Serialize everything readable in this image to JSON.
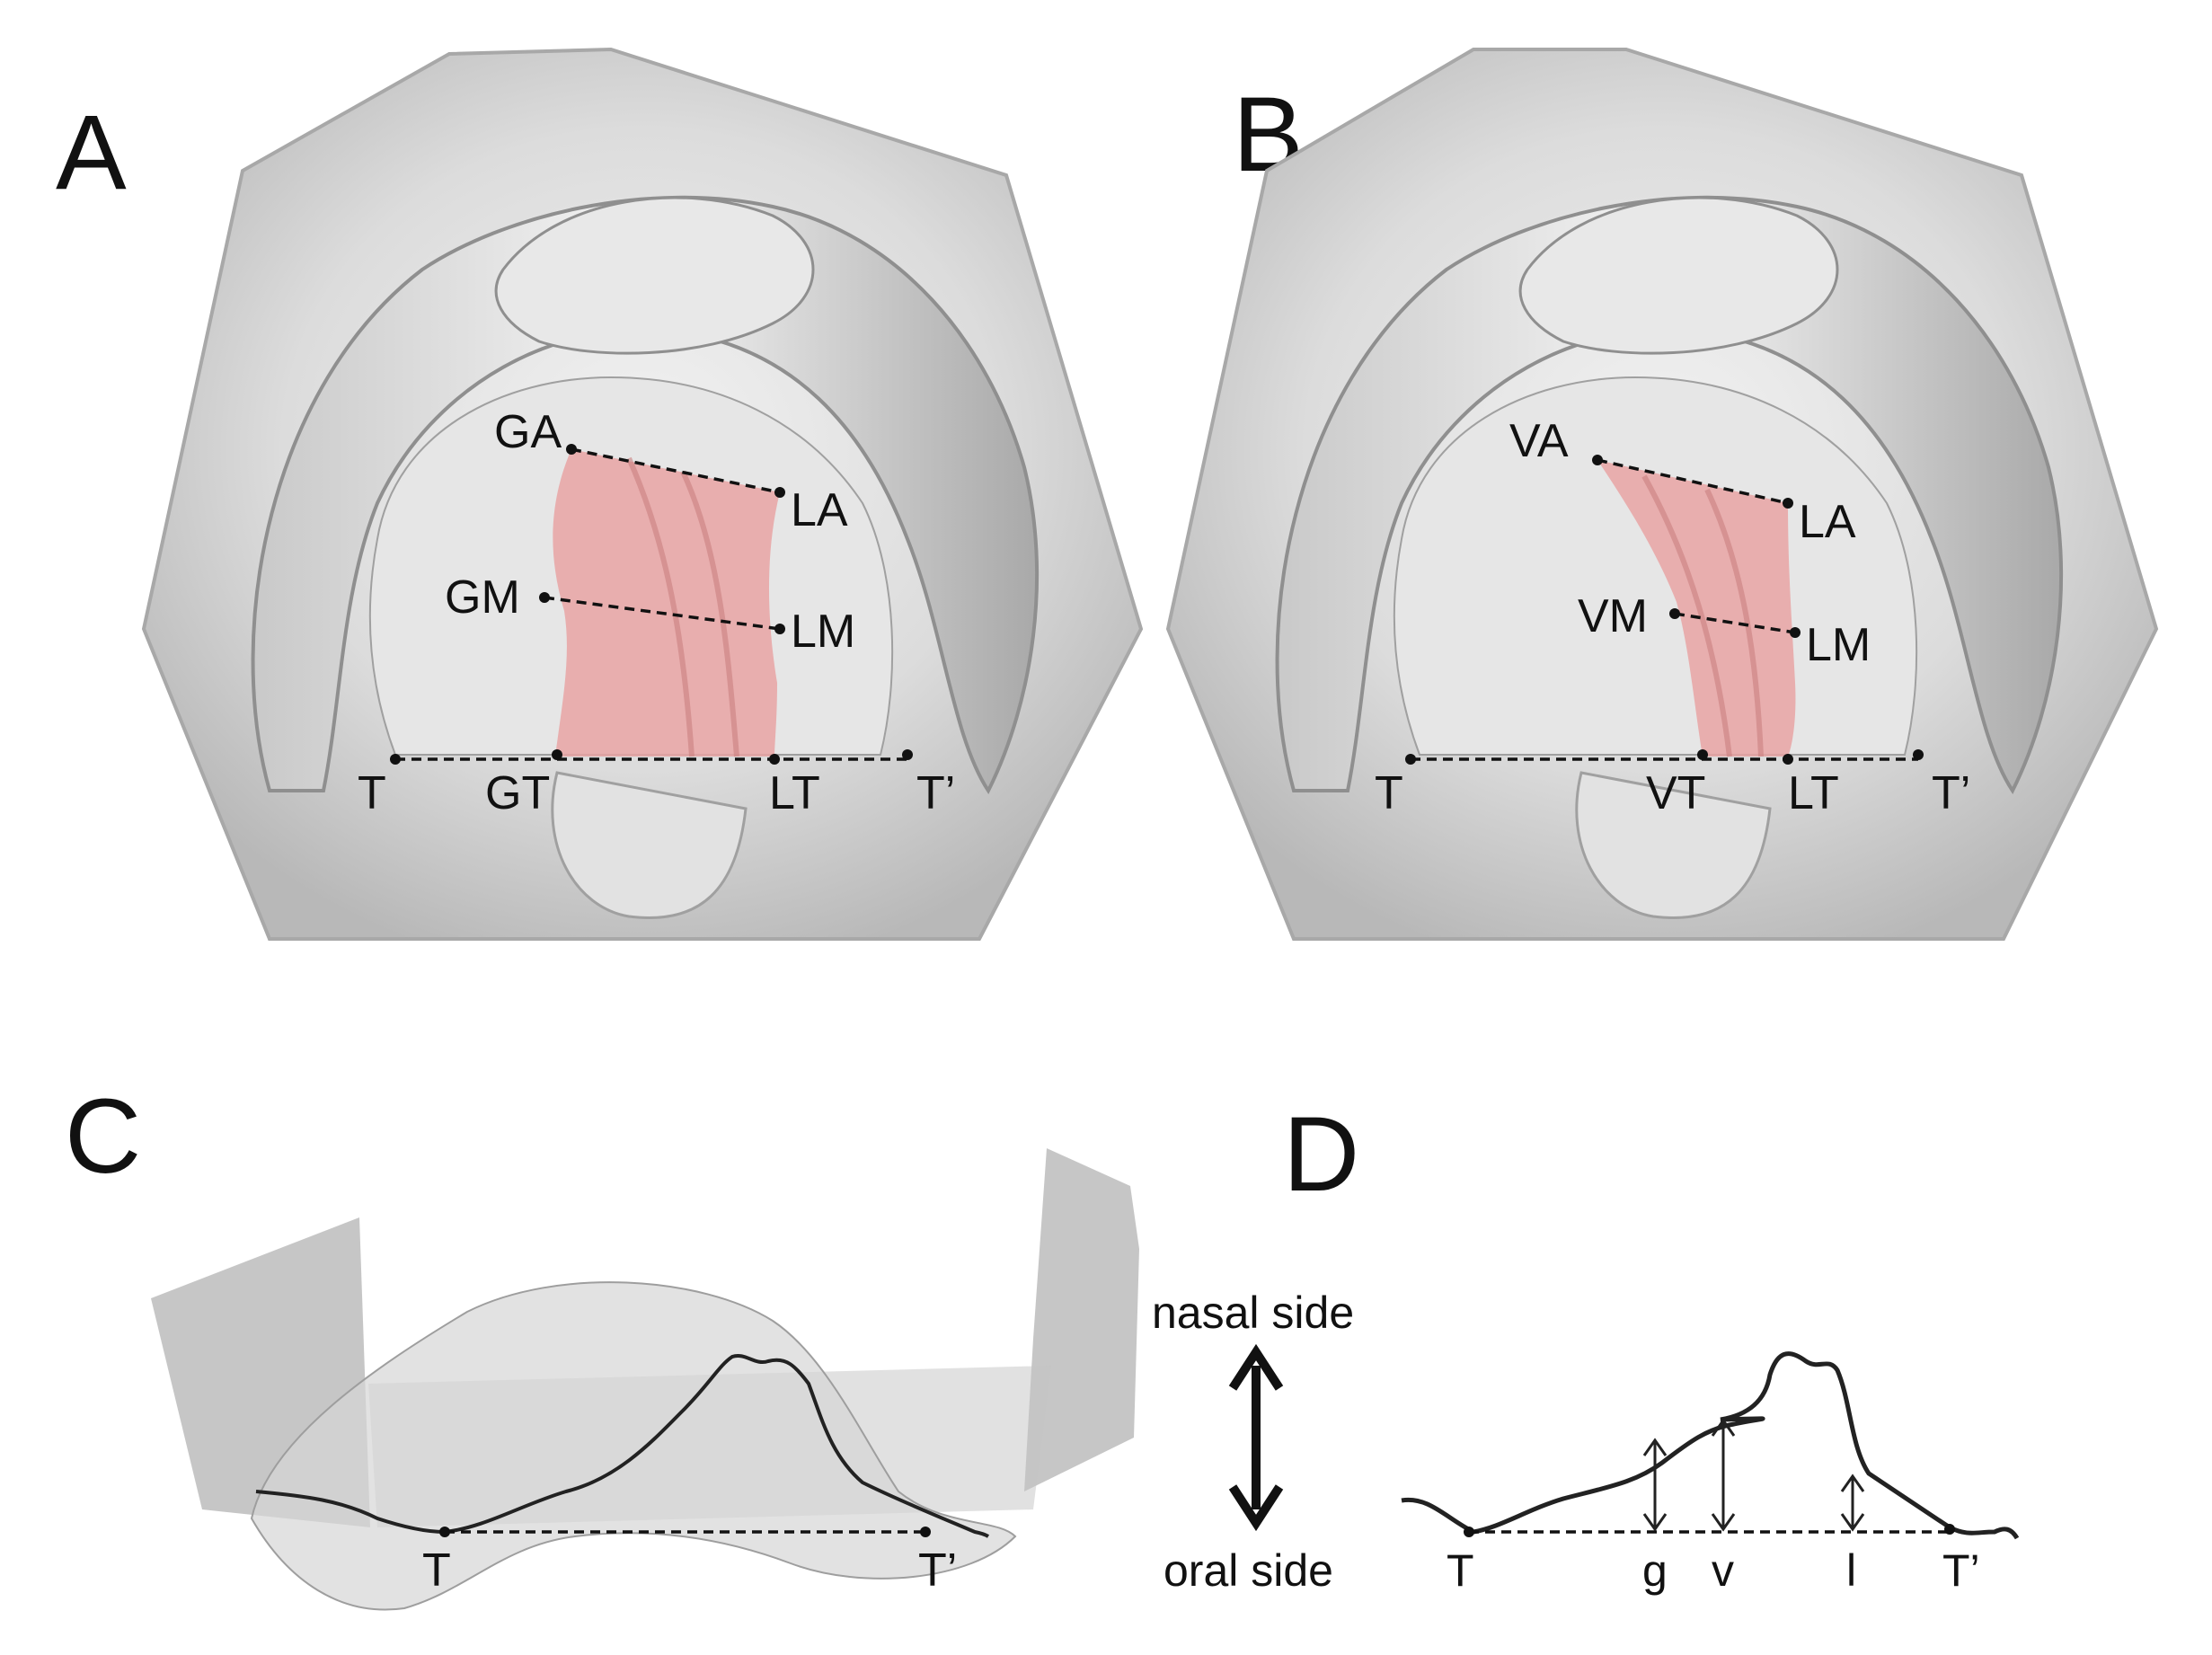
{
  "panels": {
    "A": {
      "letter": "A",
      "points": {
        "GA": "GA",
        "LA": "LA",
        "GM": "GM",
        "LM": "LM",
        "T": "T",
        "GT": "GT",
        "LT": "LT",
        "T_prime": "T’"
      }
    },
    "B": {
      "letter": "B",
      "points": {
        "VA": "VA",
        "LA": "LA",
        "VM": "VM",
        "LM": "LM",
        "T": "T",
        "VT": "VT",
        "LT": "LT",
        "T_prime": "T’"
      }
    },
    "C": {
      "letter": "C",
      "points": {
        "T": "T",
        "T_prime": "T’"
      },
      "nasal_side": "nasal side",
      "oral_side": "oral side"
    },
    "D": {
      "letter": "D",
      "points": {
        "T": "T",
        "g": "g",
        "v": "v",
        "l": "l",
        "T_prime": "T’"
      }
    }
  },
  "colors": {
    "cleft_region": "#e8a3a3",
    "model_surface": "#d9d9d9",
    "model_shadow": "#9a9a9a",
    "plane_gray": "#b3b3b3",
    "ink": "#111111"
  }
}
